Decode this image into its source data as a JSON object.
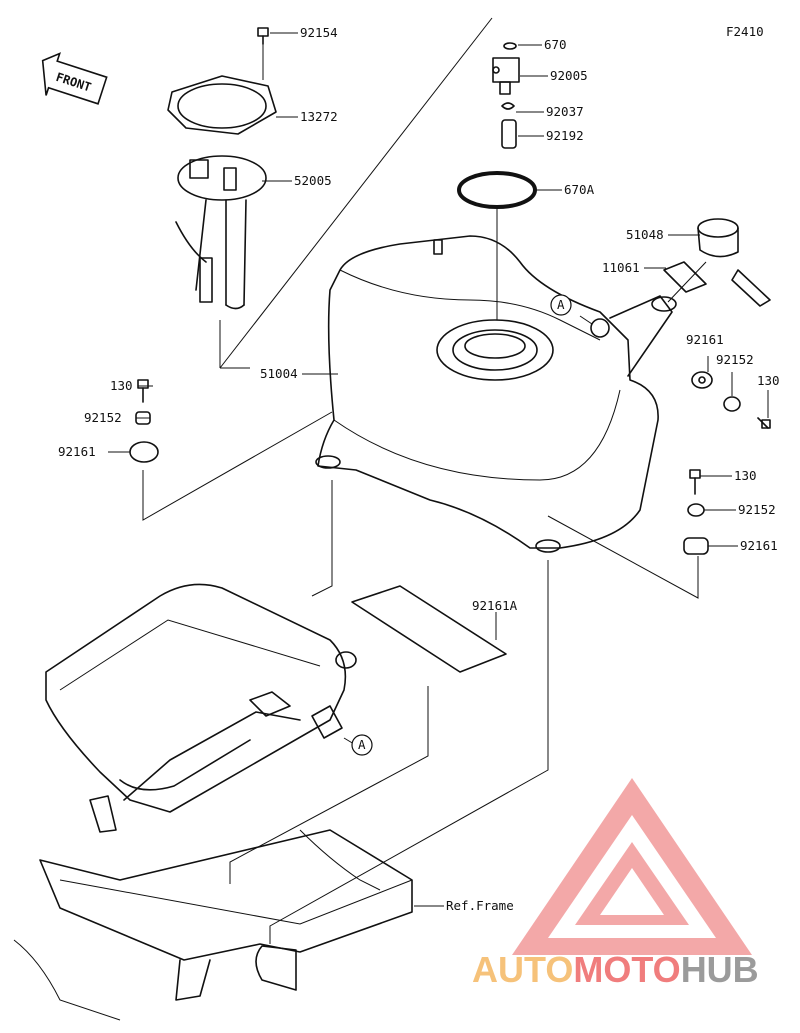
{
  "diagram": {
    "figure_code": "F2410",
    "direction_label": "FRONT",
    "reference_label": "Ref.Frame",
    "callout_letter": "A",
    "part_labels": {
      "p92154": "92154",
      "p13272": "13272",
      "p52005": "52005",
      "p670": "670",
      "p92005": "92005",
      "p92037": "92037",
      "p92192": "92192",
      "p670A": "670A",
      "p51048": "51048",
      "p11061": "11061",
      "p92161_r": "92161",
      "p92152_r": "92152",
      "p130_r": "130",
      "p51004": "51004",
      "p130_l": "130",
      "p92152_l": "92152",
      "p92161_l": "92161",
      "p130_b": "130",
      "p92152_b": "92152",
      "p92161_b": "92161",
      "p92161A": "92161A"
    }
  },
  "watermark": {
    "brand_auto": "AUTO",
    "brand_moto": "MOTO",
    "brand_hub": "HUB",
    "color_auto": "#f6c27a",
    "color_moto": "#f07d7d",
    "color_hub": "#9b9b9b"
  }
}
